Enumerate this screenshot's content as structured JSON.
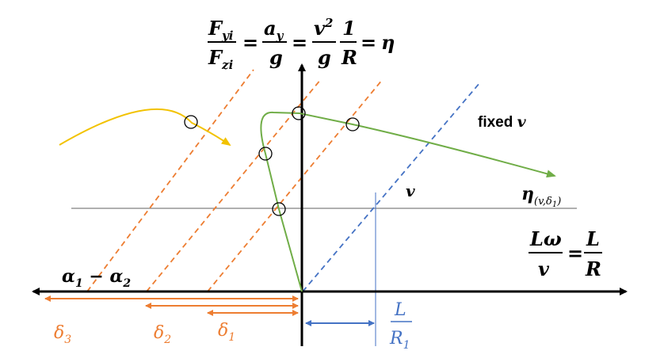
{
  "equation_top": {
    "f_num": "F",
    "f_num_sub": "yi",
    "f_den": "F",
    "f_den_sub": "zi",
    "eq1": "=",
    "ay_num": "a",
    "ay_num_sub": "y",
    "g_den": "g",
    "eq2": "=",
    "v2_num": "v",
    "v2_sup": "2",
    "g2_den": "g",
    "one_num": "1",
    "r_den": "R",
    "eq3": "=",
    "eta": "η"
  },
  "fixed_v_label": {
    "text": "fixed ",
    "var": "v"
  },
  "v_label": "v",
  "eta_label": {
    "main": "η",
    "sub": "(v,δ",
    "sub1": "1",
    "close": ")"
  },
  "alpha_label": {
    "a1": "α",
    "s1": "1",
    "minus": " − ",
    "a2": "α",
    "s2": "2"
  },
  "right_equation": {
    "num_left": "Lω",
    "den_left": "v",
    "eq": "=",
    "num_right": "L",
    "den_right": "R"
  },
  "l_over_r1": {
    "num": "L",
    "den": "R",
    "den_sub": "1"
  },
  "deltas": [
    {
      "sym": "δ",
      "sub": "3"
    },
    {
      "sym": "δ",
      "sub": "2"
    },
    {
      "sym": "δ",
      "sub": "1"
    }
  ],
  "colors": {
    "green": "#70ad47",
    "orange": "#ed7d31",
    "blue": "#4472c4",
    "yellow": "#f2c200",
    "gray": "#808080"
  }
}
